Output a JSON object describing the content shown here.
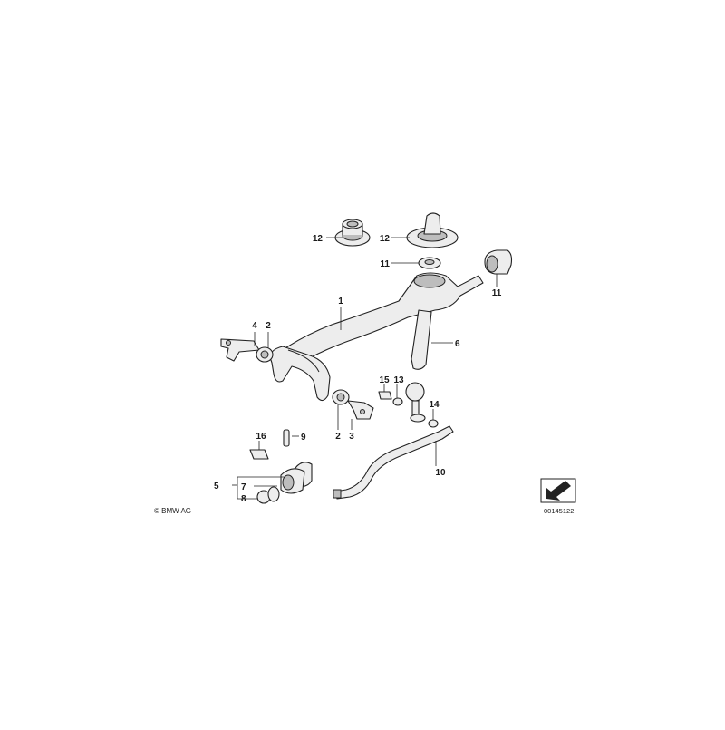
{
  "callouts": [
    "1",
    "2",
    "2",
    "3",
    "4",
    "5",
    "6",
    "7",
    "8",
    "9",
    "10",
    "11",
    "11",
    "12",
    "12",
    "13",
    "14",
    "15",
    "16"
  ],
  "copyright": "© BMW AG",
  "drawing_number": "00145122",
  "icon": "arrow-down-left-icon"
}
